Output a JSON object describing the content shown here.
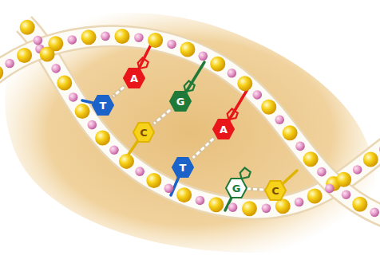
{
  "diagram": {
    "nodes": [
      {
        "text": [
          "A"
        ]
      },
      {
        "text": [
          "T"
        ]
      },
      {
        "text": [
          "G"
        ]
      },
      {
        "text": [
          "C"
        ]
      },
      {
        "text": [
          "A"
        ]
      },
      {
        "text": [
          "T"
        ]
      },
      {
        "text": [
          "G"
        ]
      },
      {
        "text": [
          "C"
        ]
      }
    ],
    "edges": [
      {
        "from": 0,
        "to": 1,
        "arrow": "none"
      },
      {
        "from": 2,
        "to": 3,
        "arrow": "none"
      },
      {
        "from": 4,
        "to": 5,
        "arrow": "none"
      },
      {
        "from": 6,
        "to": 7,
        "arrow": "none"
      }
    ]
  }
}
